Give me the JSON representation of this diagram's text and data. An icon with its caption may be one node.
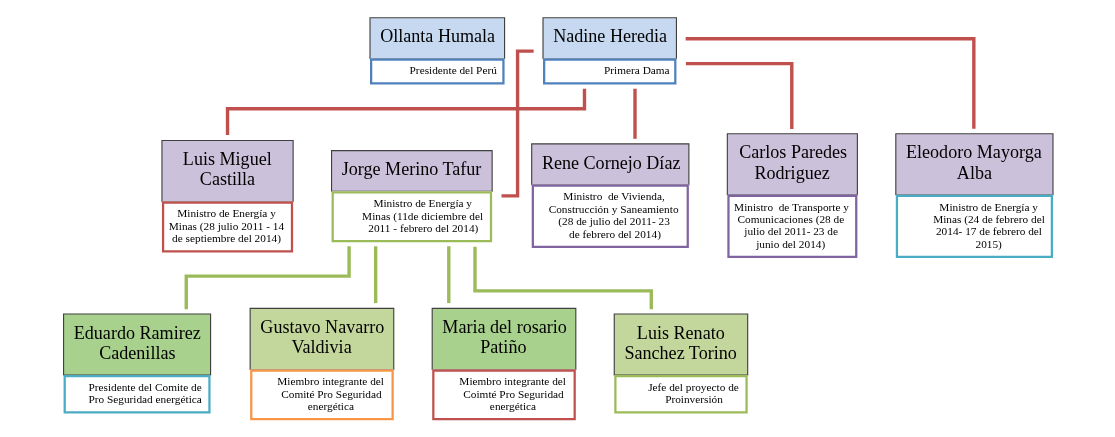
{
  "diagram": {
    "nodes": [
      {
        "text": [
          "Ollanta Humala",
          "Presidente del Perú"
        ]
      },
      {
        "text": [
          "Nadine Heredia",
          "Primera Dama"
        ]
      },
      {
        "text": [
          "Luis Miguel Castilla",
          "Ministro de Energía y Minas (28 julio 2011 - 14 de septiembre del 2014)"
        ]
      },
      {
        "text": [
          "Jorge Merino Tafur",
          "Ministro de Energía y Minas (11de diciembre del 2011 - febrero del 2014)"
        ]
      },
      {
        "text": [
          "Rene Cornejo Díaz",
          "Ministro  de Vivienda, Construcción y Saneamiento (28 de julio del 2011- 23 de febrero del 2014)"
        ]
      },
      {
        "text": [
          "Carlos Paredes Rodriguez",
          "Ministro  de Transporte y Comunicaciones (28 de julio del 2011- 23 de junio del 2014)"
        ]
      },
      {
        "text": [
          "Eleodoro Mayorga Alba",
          "Ministro de Energía y Minas (24 de febrero del 2014- 17 de febrero del 2015)"
        ]
      },
      {
        "text": [
          "Eduardo Ramirez Cadenillas",
          "Presidente del Comite de Pro Seguridad energética"
        ]
      },
      {
        "text": [
          "Gustavo Navarro Valdivia",
          "Miembro integrante del Comité Pro Seguridad energética"
        ]
      },
      {
        "text": [
          "Maria del rosario Patiño",
          "Miembro integrante del Coimté Pro Seguridad energética"
        ]
      },
      {
        "text": [
          "Luis Renato Sanchez Torino",
          "Jefe del proyecto de Proinversión"
        ]
      }
    ],
    "edges": [
      {
        "from": 1,
        "to": 2,
        "arrow": "none"
      },
      {
        "from": 1,
        "to": 3,
        "arrow": "none"
      },
      {
        "from": 1,
        "to": 4,
        "arrow": "none"
      },
      {
        "from": 1,
        "to": 5,
        "arrow": "none"
      },
      {
        "from": 1,
        "to": 6,
        "arrow": "none"
      },
      {
        "from": 3,
        "to": 7,
        "arrow": "none",
        "color": "#9bbb59"
      },
      {
        "from": 3,
        "to": 8,
        "arrow": "none",
        "color": "#9bbb59"
      },
      {
        "from": 3,
        "to": 9,
        "arrow": "none",
        "color": "#9bbb59"
      },
      {
        "from": 3,
        "to": 10,
        "arrow": "none",
        "color": "#9bbb59"
      }
    ]
  }
}
